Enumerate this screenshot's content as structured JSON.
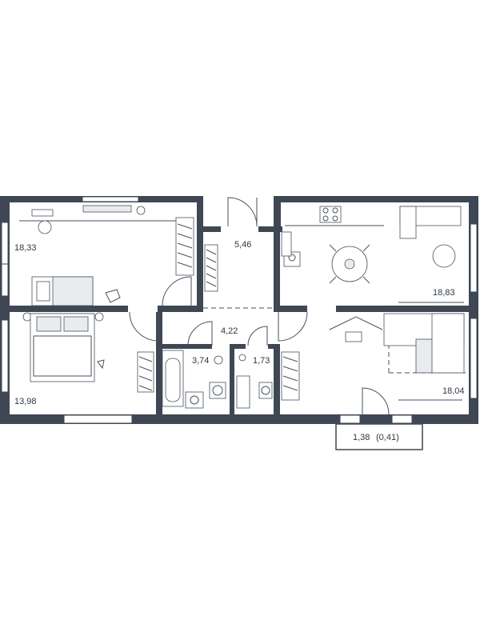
{
  "rooms": {
    "bedroom_top": "18,33",
    "hall": "5,46",
    "kitchen_living": "18,83",
    "corridor": "4,22",
    "bath": "3,74",
    "wc": "1,73",
    "bedroom_bottom": "13,98",
    "living": "18,04"
  },
  "balcony": {
    "area": "1,38",
    "area_reduced": "(0,41)"
  },
  "colors": {
    "wall": "#3e4753",
    "line": "#4a525c",
    "text": "#2f3740"
  }
}
